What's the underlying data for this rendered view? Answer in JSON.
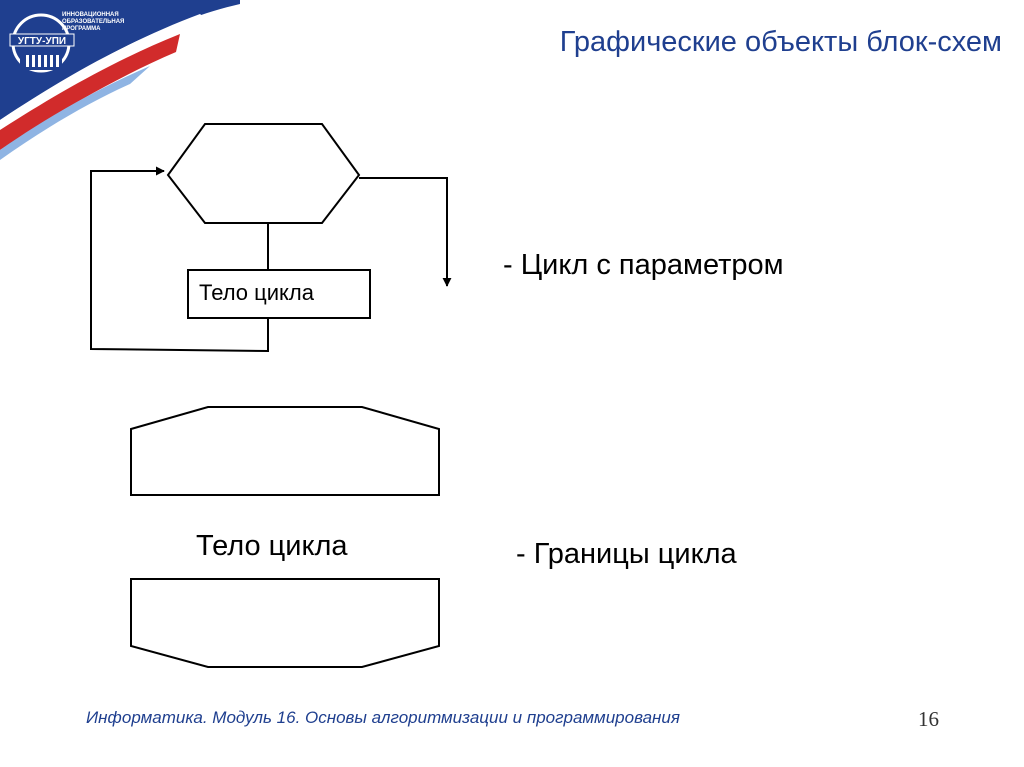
{
  "header": {
    "title": "Графические объекты блок-схем",
    "logo": {
      "text": "ИННОВАЦИОННАЯ ОБРАЗОВАТЕЛЬНАЯ ПРОГРАММА",
      "badge": "УГТУ-УПИ",
      "colors": {
        "blue": "#1f3f8f",
        "red": "#d12b2b",
        "light_blue": "#8fb4e3"
      }
    }
  },
  "diagram1": {
    "box_label": "Тело цикла",
    "description": "- Цикл с параметром"
  },
  "diagram2": {
    "body_label": "Тело цикла",
    "description": "- Границы цикла"
  },
  "footer": {
    "text": "Информатика. Модуль 16. Основы алгоритмизации и программирования",
    "page_number": "16"
  }
}
